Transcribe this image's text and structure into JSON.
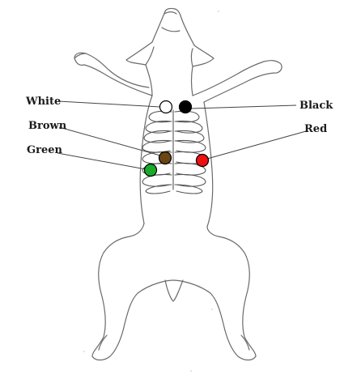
{
  "diagram": {
    "electrodes": [
      {
        "id": "white",
        "label": "White",
        "color": "#ffffff"
      },
      {
        "id": "black",
        "label": "Black",
        "color": "#000000"
      },
      {
        "id": "brown",
        "label": "Brown",
        "color": "#6b4513"
      },
      {
        "id": "red",
        "label": "Red",
        "color": "#ee1111"
      },
      {
        "id": "green",
        "label": "Green",
        "color": "#1aaa2a"
      }
    ]
  }
}
